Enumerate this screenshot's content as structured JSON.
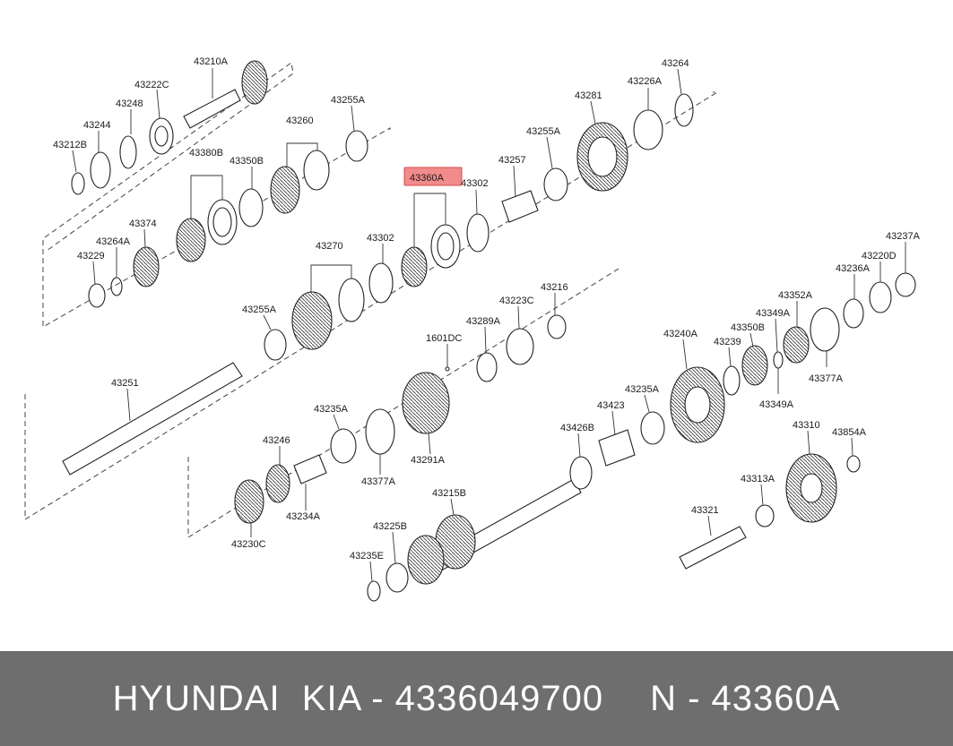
{
  "highlight": {
    "part": "43360A",
    "color": "#f28b8b"
  },
  "footer": {
    "brand": "HYUNDAI  KIA - 4336049700",
    "ref": "N - 43360A",
    "bg_color": "#6e6e6e",
    "text_color": "#ffffff"
  },
  "labels": [
    "43210A",
    "43222C",
    "43248",
    "43244",
    "43212B",
    "43380B",
    "43350B",
    "43260",
    "43255A",
    "43374",
    "43264A",
    "43229",
    "43270",
    "43302",
    "43360A",
    "43302",
    "43257",
    "43255A",
    "43281",
    "43226A",
    "43264",
    "43255A",
    "43251",
    "43216",
    "43223C",
    "43289A",
    "1601DC",
    "43235A",
    "43246",
    "43234A",
    "43230C",
    "43377A",
    "43291A",
    "43215B",
    "43225B",
    "43235E",
    "43240A",
    "43239",
    "43350B",
    "43349A",
    "43352A",
    "43236A",
    "43220D",
    "43237A",
    "43349A",
    "43377A",
    "43426B",
    "43423",
    "43235A",
    "43310",
    "43854A",
    "43313A",
    "43321"
  ]
}
